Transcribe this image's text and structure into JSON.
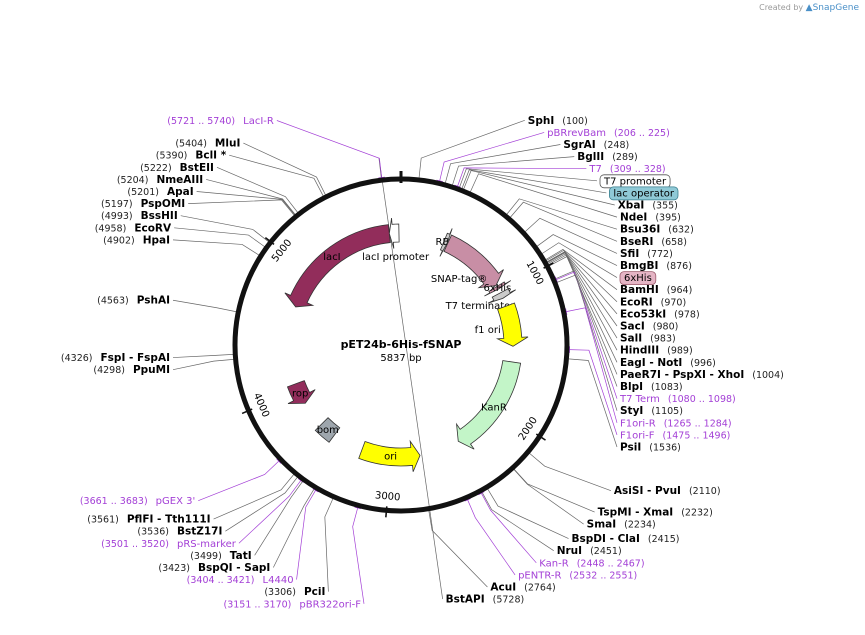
{
  "watermark": {
    "prefix": "Created by",
    "brand": "SnapGene"
  },
  "plasmid": {
    "name": "pET24b-6His-fSNAP",
    "size": "5837 bp",
    "length": 5837
  },
  "ticks": [
    {
      "pos": 1000,
      "label": "1000"
    },
    {
      "pos": 2000,
      "label": "2000"
    },
    {
      "pos": 3000,
      "label": "3000"
    },
    {
      "pos": 4000,
      "label": "4000"
    },
    {
      "pos": 5000,
      "label": "5000"
    }
  ],
  "enzymes": [
    {
      "name": "BstAPI",
      "pos": "(5728)",
      "at": 5728,
      "side": "right"
    },
    {
      "name": "SphI",
      "pos": "(100)",
      "at": 100,
      "side": "right"
    },
    {
      "name": "SgrAI",
      "pos": "(248)",
      "at": 248,
      "side": "right"
    },
    {
      "name": "BglII",
      "pos": "(289)",
      "at": 289,
      "side": "right"
    },
    {
      "name": "XbaI",
      "pos": "(355)",
      "at": 355,
      "side": "right"
    },
    {
      "name": "NdeI",
      "pos": "(395)",
      "at": 395,
      "side": "right"
    },
    {
      "name": "Bsu36I",
      "pos": "(632)",
      "at": 632,
      "side": "right"
    },
    {
      "name": "BseRI",
      "pos": "(658)",
      "at": 658,
      "side": "right"
    },
    {
      "name": "SfiI",
      "pos": "(772)",
      "at": 772,
      "side": "right"
    },
    {
      "name": "BmgBI",
      "pos": "(876)",
      "at": 876,
      "side": "right"
    },
    {
      "name": "BamHI",
      "pos": "(964)",
      "at": 964,
      "side": "right"
    },
    {
      "name": "EcoRI",
      "pos": "(970)",
      "at": 970,
      "side": "right"
    },
    {
      "name": "Eco53kI",
      "pos": "(978)",
      "at": 978,
      "side": "right"
    },
    {
      "name": "SacI",
      "pos": "(980)",
      "at": 980,
      "side": "right"
    },
    {
      "name": "SalI",
      "pos": "(983)",
      "at": 983,
      "side": "right"
    },
    {
      "name": "HindIII",
      "pos": "(989)",
      "at": 989,
      "side": "right"
    },
    {
      "name": "EagI - NotI",
      "pos": "(996)",
      "at": 996,
      "side": "right"
    },
    {
      "name": "PaeR7I - PspXI - XhoI",
      "pos": "(1004)",
      "at": 1004,
      "side": "right"
    },
    {
      "name": "BlpI",
      "pos": "(1083)",
      "at": 1083,
      "side": "right"
    },
    {
      "name": "StyI",
      "pos": "(1105)",
      "at": 1105,
      "side": "right"
    },
    {
      "name": "PsiI",
      "pos": "(1536)",
      "at": 1536,
      "side": "right"
    },
    {
      "name": "AsiSI - PvuI",
      "pos": "(2110)",
      "at": 2110,
      "side": "right"
    },
    {
      "name": "TspMI - XmaI",
      "pos": "(2232)",
      "at": 2232,
      "side": "right"
    },
    {
      "name": "SmaI",
      "pos": "(2234)",
      "at": 2234,
      "side": "right"
    },
    {
      "name": "BspDI - ClaI",
      "pos": "(2415)",
      "at": 2415,
      "side": "right"
    },
    {
      "name": "NruI",
      "pos": "(2451)",
      "at": 2451,
      "side": "right"
    },
    {
      "name": "AcuI",
      "pos": "(2764)",
      "at": 2764,
      "side": "right"
    },
    {
      "name": "PciI",
      "pos": "(3306)",
      "at": 3306,
      "side": "left"
    },
    {
      "name": "BspQI - SapI",
      "pos": "(3423)",
      "at": 3423,
      "side": "left"
    },
    {
      "name": "TatI",
      "pos": "(3499)",
      "at": 3499,
      "side": "left"
    },
    {
      "name": "BstZ17I",
      "pos": "(3536)",
      "at": 3536,
      "side": "left"
    },
    {
      "name": "PflFI - Tth111I",
      "pos": "(3561)",
      "at": 3561,
      "side": "left"
    },
    {
      "name": "PpuMI",
      "pos": "(4298)",
      "at": 4298,
      "side": "left"
    },
    {
      "name": "FspI - FspAI",
      "pos": "(4326)",
      "at": 4326,
      "side": "left"
    },
    {
      "name": "PshAI",
      "pos": "(4563)",
      "at": 4563,
      "side": "left"
    },
    {
      "name": "HpaI",
      "pos": "(4902)",
      "at": 4902,
      "side": "left"
    },
    {
      "name": "EcoRV",
      "pos": "(4958)",
      "at": 4958,
      "side": "left"
    },
    {
      "name": "BssHII",
      "pos": "(4993)",
      "at": 4993,
      "side": "left"
    },
    {
      "name": "PspOMI",
      "pos": "(5197)",
      "at": 5197,
      "side": "left"
    },
    {
      "name": "ApaI",
      "pos": "(5201)",
      "at": 5201,
      "side": "left"
    },
    {
      "name": "NmeAIII",
      "pos": "(5204)",
      "at": 5204,
      "side": "left"
    },
    {
      "name": "BstEII",
      "pos": "(5222)",
      "at": 5222,
      "side": "left"
    },
    {
      "name": "BclI *",
      "pos": "(5390)",
      "at": 5390,
      "side": "left"
    },
    {
      "name": "MluI",
      "pos": "(5404)",
      "at": 5404,
      "side": "left"
    }
  ],
  "primers": [
    {
      "name": "LacI-R",
      "range": "(5721 .. 5740)",
      "at": 5730,
      "side": "left"
    },
    {
      "name": "pBRrevBam",
      "range": "(206 .. 225)",
      "at": 215,
      "side": "right"
    },
    {
      "name": "T7",
      "range": "(309 .. 328)",
      "at": 318,
      "side": "right"
    },
    {
      "name": "T7 Term",
      "range": "(1080 .. 1098)",
      "at": 1089,
      "side": "right"
    },
    {
      "name": "F1ori-R",
      "range": "(1265 .. 1284)",
      "at": 1274,
      "side": "right"
    },
    {
      "name": "F1ori-F",
      "range": "(1475 .. 1496)",
      "at": 1485,
      "side": "right"
    },
    {
      "name": "Kan-R",
      "range": "(2448 .. 2467)",
      "at": 2457,
      "side": "right"
    },
    {
      "name": "pENTR-R",
      "range": "(2532 .. 2551)",
      "at": 2541,
      "side": "right"
    },
    {
      "name": "pBR322ori-F",
      "range": "(3151 .. 3170)",
      "at": 3160,
      "side": "left"
    },
    {
      "name": "L4440",
      "range": "(3404 .. 3421)",
      "at": 3412,
      "side": "left"
    },
    {
      "name": "pRS-marker",
      "range": "(3501 .. 3520)",
      "at": 3510,
      "side": "left"
    },
    {
      "name": "pGEX 3'",
      "range": "(3661 .. 3683)",
      "at": 3672,
      "side": "left"
    }
  ],
  "boxed_features": [
    {
      "name": "T7 promoter",
      "at": 330,
      "fill": "#ffffff",
      "stroke": "#555555"
    },
    {
      "name": "lac operator",
      "at": 345,
      "fill": "#8fc9d6",
      "stroke": "#3a7f8f"
    },
    {
      "name": "6xHis",
      "at": 925,
      "fill": "#e4b4c4",
      "stroke": "#9a5a6a"
    }
  ],
  "features": [
    {
      "name": "lacI",
      "start": 4700,
      "end": 5740,
      "strand": -1,
      "color": "#922d5b"
    },
    {
      "name": "lacI promoter",
      "start": 5740,
      "end": 5820,
      "strand": -1,
      "color": "#ffffff"
    },
    {
      "name": "RBS",
      "start": 365,
      "end": 395,
      "strand": 1,
      "color": "#cccccc"
    },
    {
      "name": "SNAP-tag®",
      "start": 400,
      "end": 940,
      "strand": 1,
      "color": "#c88ea5"
    },
    {
      "name": "6xHis",
      "start": 950,
      "end": 975,
      "strand": 1,
      "color": "#c88ea5"
    },
    {
      "name": "T7 terminator",
      "start": 1010,
      "end": 1060,
      "strand": 1,
      "color": "#cccccc"
    },
    {
      "name": "f1 ori",
      "start": 1130,
      "end": 1470,
      "strand": 1,
      "color": "#ffff00"
    },
    {
      "name": "KanR",
      "start": 1600,
      "end": 2420,
      "strand": 1,
      "color": "#c3f5c8"
    },
    {
      "name": "ori",
      "start": 2760,
      "end": 3250,
      "strand": -1,
      "color": "#ffff00"
    },
    {
      "name": "bom",
      "start": 3510,
      "end": 3650,
      "strand": 0,
      "color": "#9ea6ad"
    },
    {
      "name": "rop",
      "start": 3870,
      "end": 4050,
      "strand": -1,
      "color": "#922d5b"
    }
  ]
}
